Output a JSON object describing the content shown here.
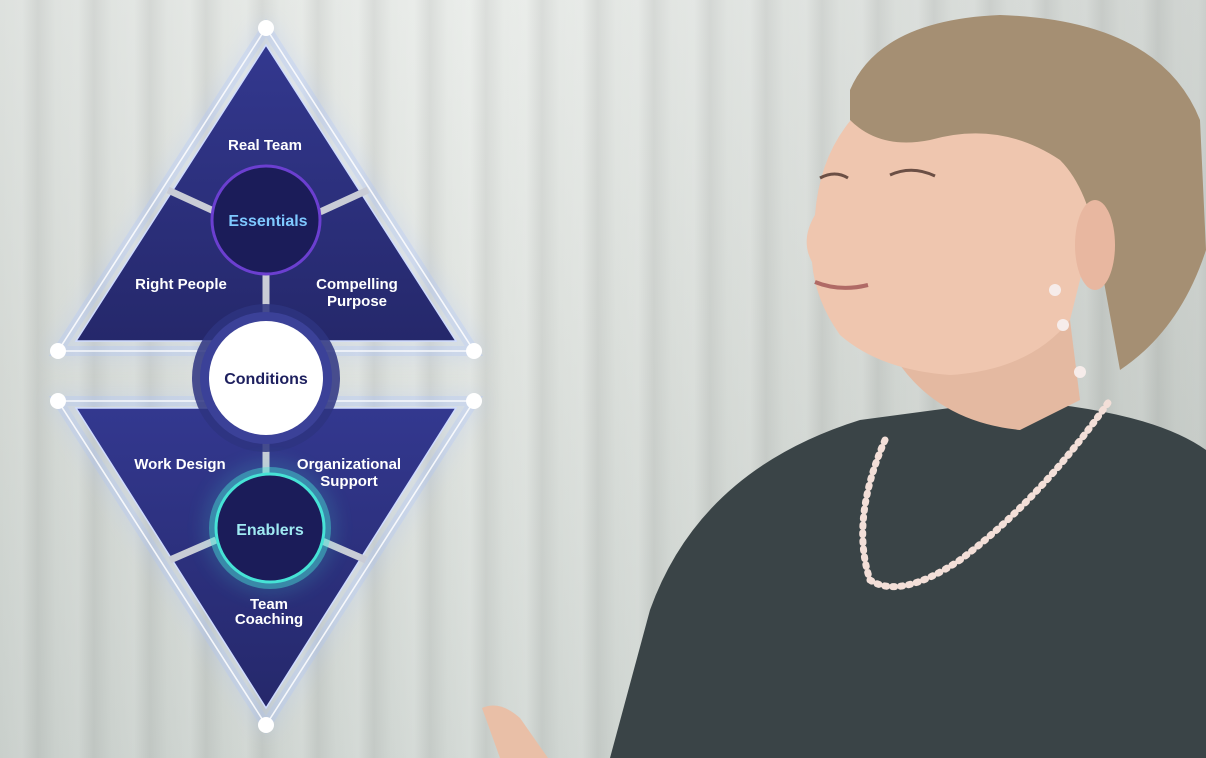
{
  "diagram": {
    "top_triangle": {
      "hub": "Essentials",
      "items": [
        "Real Team",
        "Right People",
        "Compelling",
        "Purpose"
      ]
    },
    "center": "Conditions",
    "bottom_triangle": {
      "hub": "Enablers",
      "items": [
        "Work Design",
        "Organizational",
        "Support",
        "Team",
        "Coaching"
      ]
    }
  },
  "colors": {
    "panel": "#2b2f7e",
    "panel_dark": "#1d1f5e",
    "glow": "#7fa8ff",
    "essentials_text": "#7ec8ff",
    "enablers_ring": "#46e3d6",
    "conditions_text": "#1d1f5e"
  }
}
